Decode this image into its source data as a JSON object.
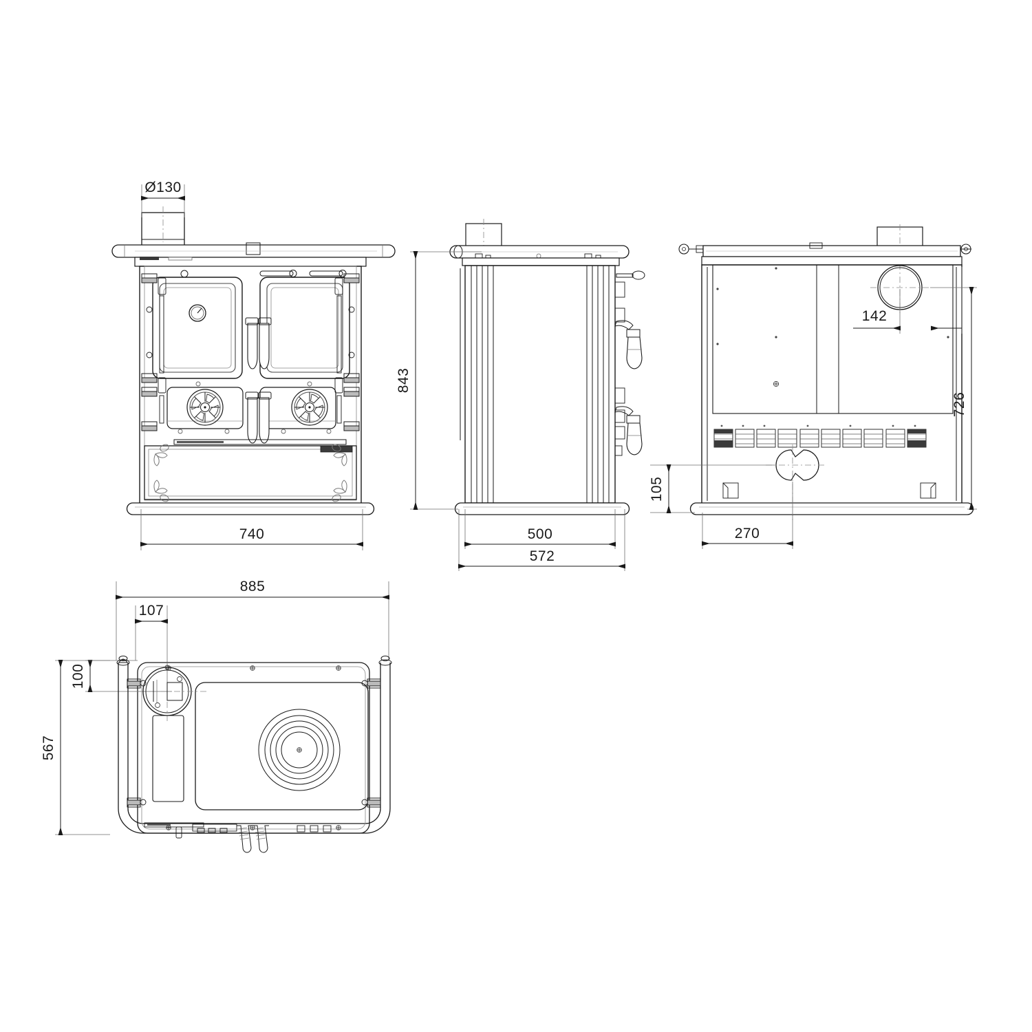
{
  "drawing": {
    "title": "Wood burning cook stove - dimensioned orthographic drawing",
    "units": "mm",
    "line_color": "#1a1a1a",
    "dim_color": "#1a1a1a",
    "thin_color": "#6e6e6e",
    "background": "#ffffff"
  },
  "views": {
    "front": {
      "name": "front-view",
      "dimensions": {
        "flue_diameter": "Ø130",
        "overall_width": "740"
      },
      "features": [
        "top-handrail",
        "oven-door-left",
        "firebox-door-right",
        "thermometer-gauge",
        "door-handles",
        "air-vent-rosette-left",
        "air-vent-rosette-right",
        "ash-drawer",
        "corner-leaf-ornaments",
        "base-plinth"
      ]
    },
    "side": {
      "name": "side-view",
      "dimensions": {
        "overall_height": "843",
        "body_depth": "500",
        "overall_depth": "572"
      },
      "features": [
        "flue-collar",
        "top-handrail",
        "side-panel-flutes",
        "door-handle-upper",
        "door-handle-lower",
        "base-plinth"
      ]
    },
    "rear": {
      "name": "rear-view",
      "dimensions": {
        "flue_center_offset": "142",
        "flue_center_height": "726",
        "rear_outlet_height": "105",
        "rear_outlet_offset": "270"
      },
      "features": [
        "top-handrail",
        "rear-flue-outlet",
        "back-panel",
        "ventilation-grille",
        "rear-connection-port",
        "base-plinth"
      ]
    },
    "top": {
      "name": "top-view",
      "dimensions": {
        "overall_width": "885",
        "flue_center_offset_x": "107",
        "flue_center_offset_y": "100",
        "overall_depth": "567"
      },
      "features": [
        "handrail-loop",
        "flue-opening",
        "cast-iron-hotplate",
        "concentric-hob-rings",
        "lid-panel",
        "front-handle-supports"
      ]
    }
  }
}
